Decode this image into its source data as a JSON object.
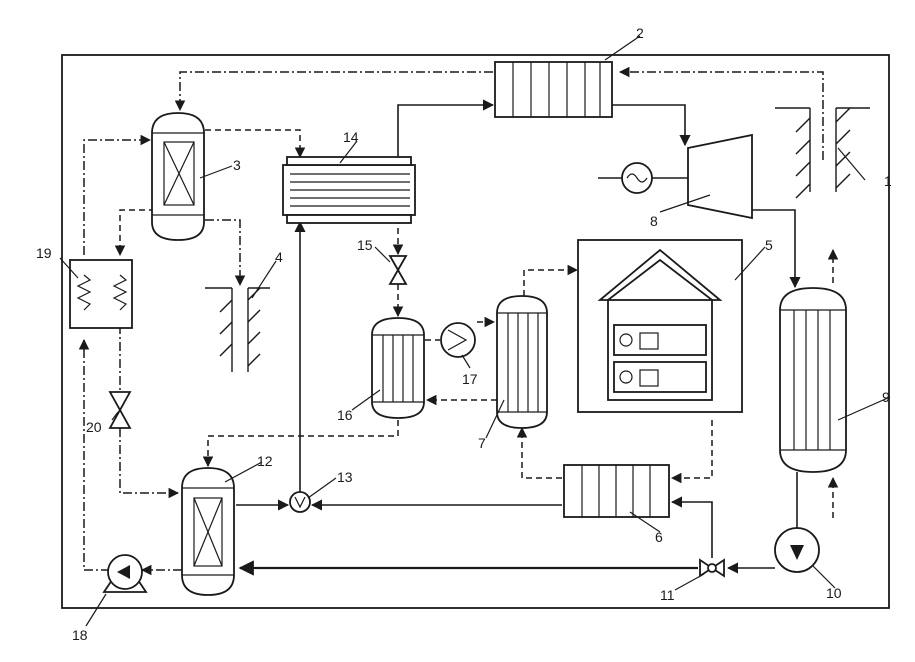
{
  "diagram": {
    "labels": {
      "n1": "1",
      "n2": "2",
      "n3": "3",
      "n4": "4",
      "n5": "5",
      "n6": "6",
      "n7": "7",
      "n8": "8",
      "n9": "9",
      "n10": "10",
      "n11": "11",
      "n12": "12",
      "n13": "13",
      "n14": "14",
      "n15": "15",
      "n16": "16",
      "n17": "17",
      "n18": "18",
      "n19": "19",
      "n20": "20"
    }
  }
}
